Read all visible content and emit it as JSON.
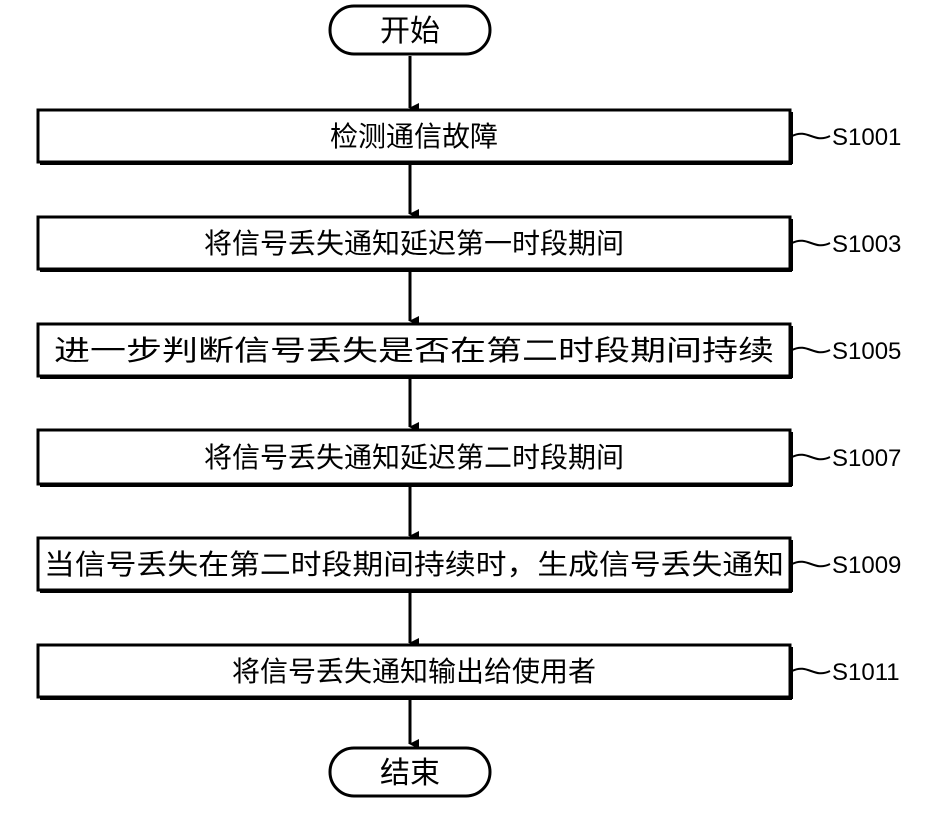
{
  "flowchart": {
    "start": "开始",
    "end": "结束",
    "steps": [
      {
        "id": "S1001",
        "text": "检测通信故障"
      },
      {
        "id": "S1003",
        "text": "将信号丢失通知延迟第一时段期间"
      },
      {
        "id": "S1005",
        "text": "进一步判断信号丢失是否在第二时段期间持续"
      },
      {
        "id": "S1007",
        "text": "将信号丢失通知延迟第二时段期间"
      },
      {
        "id": "S1009",
        "text": "当信号丢失在第二时段期间持续时，生成信号丢失通知"
      },
      {
        "id": "S1011",
        "text": "将信号丢失通知输出给使用者"
      }
    ]
  }
}
